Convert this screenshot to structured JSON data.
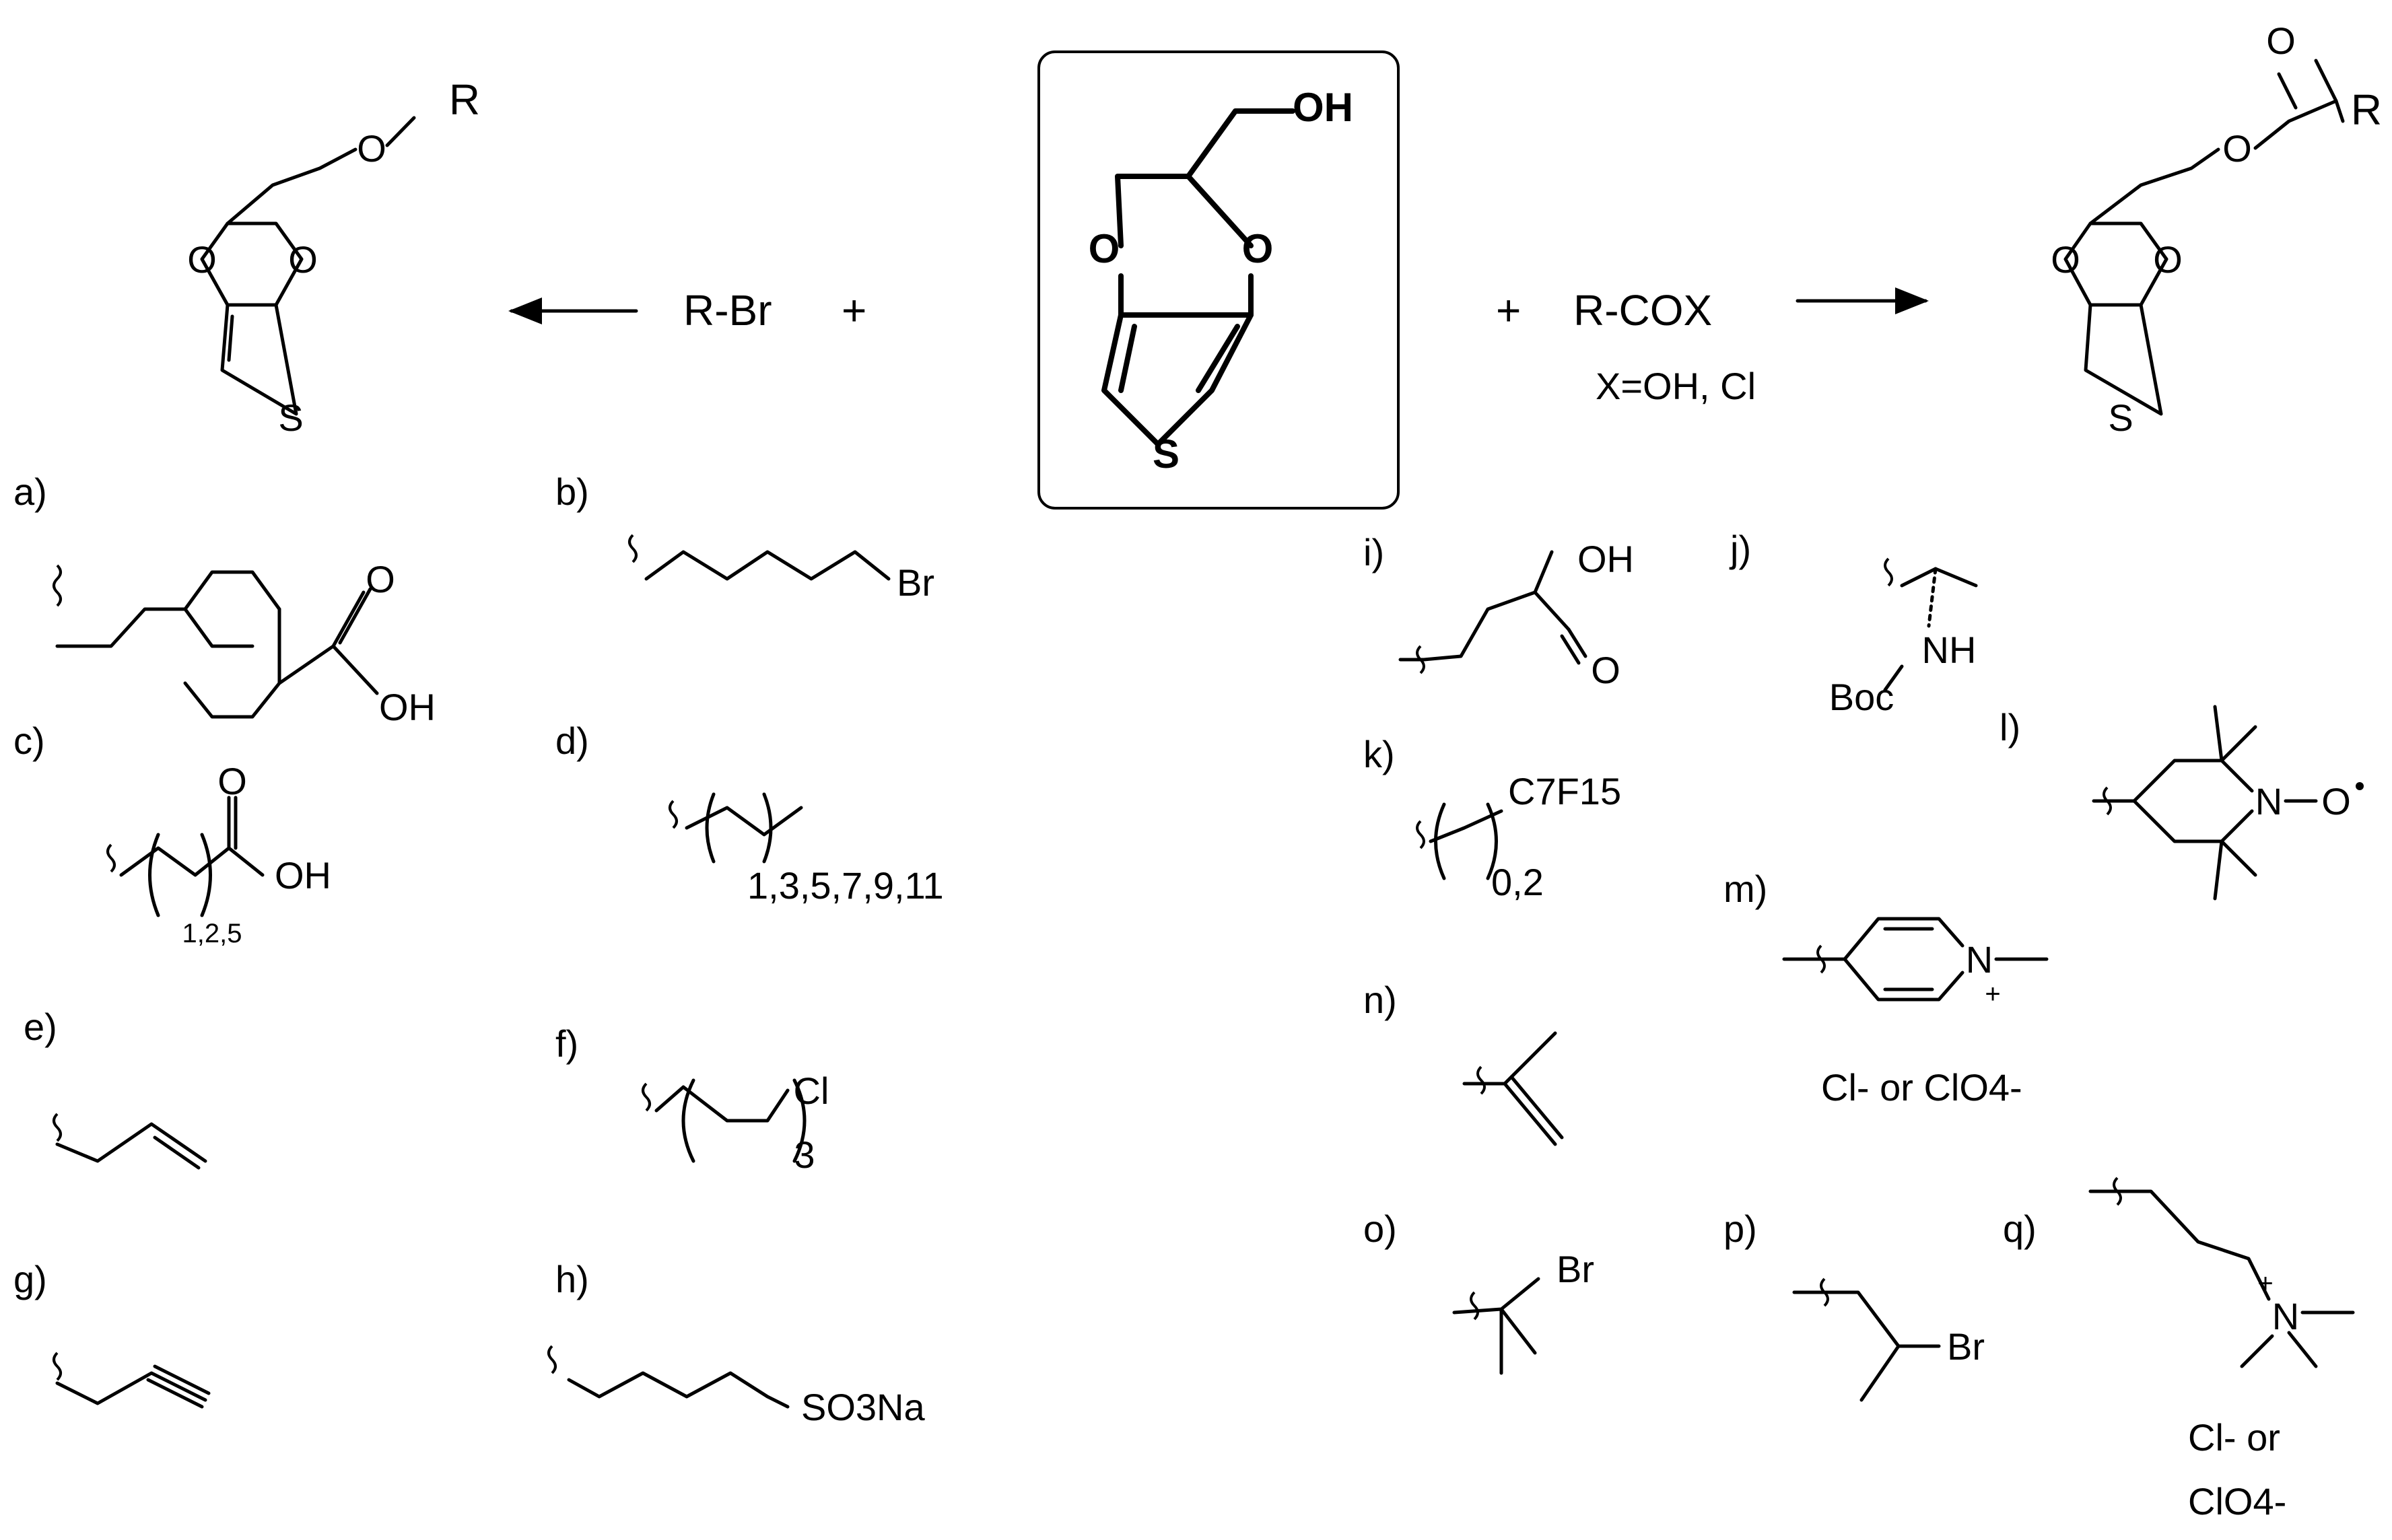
{
  "reaction": {
    "alkylating_agent": "R-Br",
    "acylating_agent": "R-COX",
    "acyl_condition": "X=OH, Cl",
    "plus": "+"
  },
  "core_molecule": {
    "atoms": [
      "O",
      "O",
      "S",
      "OH"
    ]
  },
  "ether_product": {
    "atoms": [
      "O",
      "O",
      "S",
      "O",
      "R"
    ]
  },
  "ester_product": {
    "atoms": [
      "O",
      "O",
      "S",
      "O",
      "O",
      "R"
    ]
  },
  "substituents": [
    {
      "id": "a)",
      "labels": [
        "O",
        "OH"
      ]
    },
    {
      "id": "b)",
      "labels": [
        "Br"
      ]
    },
    {
      "id": "c)",
      "labels": [
        "O",
        "OH",
        "1,2,5"
      ]
    },
    {
      "id": "d)",
      "labels": [
        "1,3,5,7,9,11"
      ]
    },
    {
      "id": "e)",
      "labels": []
    },
    {
      "id": "f)",
      "labels": [
        "Cl",
        "3"
      ]
    },
    {
      "id": "g)",
      "labels": []
    },
    {
      "id": "h)",
      "labels": [
        "SO3Na"
      ]
    },
    {
      "id": "i)",
      "labels": [
        "OH",
        "O"
      ]
    },
    {
      "id": "j)",
      "labels": [
        "NH",
        "Boc"
      ]
    },
    {
      "id": "k)",
      "labels": [
        "C7F15",
        "0,2"
      ]
    },
    {
      "id": "l)",
      "labels": [
        "N",
        "O"
      ]
    },
    {
      "id": "m)",
      "labels": [
        "N",
        "+",
        "Cl- or ClO4-"
      ]
    },
    {
      "id": "n)",
      "labels": []
    },
    {
      "id": "o)",
      "labels": [
        "Br"
      ]
    },
    {
      "id": "p)",
      "labels": [
        "Br"
      ]
    },
    {
      "id": "q)",
      "labels": [
        "N",
        "+",
        "Cl- or",
        "ClO4-"
      ]
    }
  ]
}
